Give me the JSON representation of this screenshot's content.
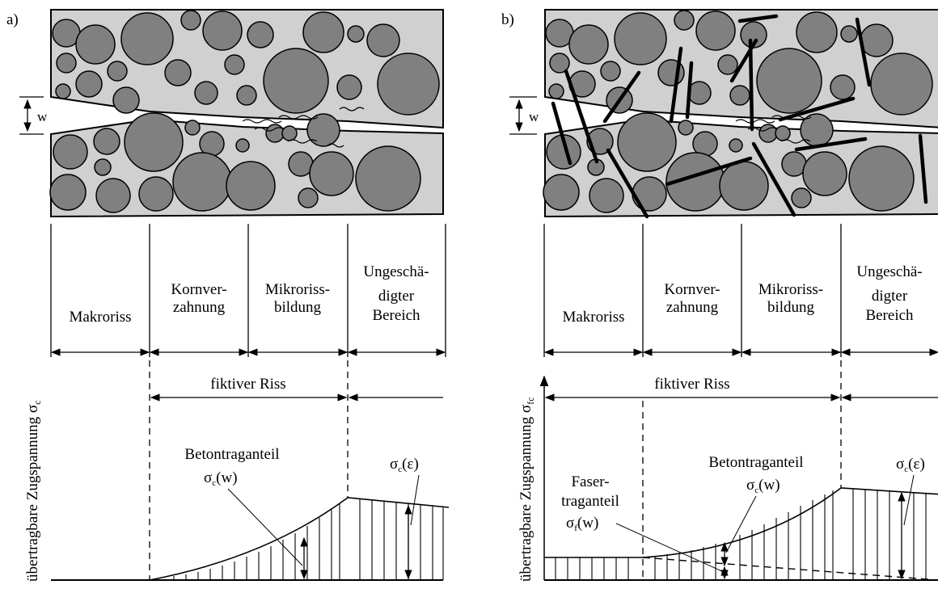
{
  "panels": [
    {
      "id": "a",
      "label": "a)",
      "crack_width_label": "w",
      "zones": [
        {
          "lines": [
            "Makroriss"
          ]
        },
        {
          "lines": [
            "Kornver-",
            "zahnung"
          ]
        },
        {
          "lines": [
            "Mikroriss-",
            "bildung"
          ]
        },
        {
          "lines": [
            "Ungeschä-",
            "digter",
            "Bereich"
          ]
        }
      ],
      "fictive_crack_label": "fiktiver Riss",
      "y_axis_label": "übertragbare Zugspannung σ",
      "y_axis_subscript": "c",
      "annotations": {
        "concrete_share": "Betontraganteil",
        "concrete_sigma": "σ",
        "concrete_sub": "c",
        "concrete_arg": "(w)",
        "strain_sigma": "σ",
        "strain_sub": "c",
        "strain_arg": "(ε)"
      }
    },
    {
      "id": "b",
      "label": "b)",
      "crack_width_label": "w",
      "zones": [
        {
          "lines": [
            "Makroriss"
          ]
        },
        {
          "lines": [
            "Kornver-",
            "zahnung"
          ]
        },
        {
          "lines": [
            "Mikroriss-",
            "bildung"
          ]
        },
        {
          "lines": [
            "Ungeschä-",
            "digter",
            "Bereich"
          ]
        }
      ],
      "fictive_crack_label": "fiktiver Riss",
      "y_axis_label": "übertragbare Zugspannung σ",
      "y_axis_subscript": "fc",
      "annotations": {
        "concrete_share": "Betontraganteil",
        "concrete_sigma": "σ",
        "concrete_sub": "c",
        "concrete_arg": "(w)",
        "fiber_share_1": "Faser-",
        "fiber_share_2": "traganteil",
        "fiber_sigma": "σ",
        "fiber_sub": "f",
        "fiber_arg": "(w)",
        "strain_sigma": "σ",
        "strain_sub": "c",
        "strain_arg": "(ε)"
      }
    }
  ]
}
